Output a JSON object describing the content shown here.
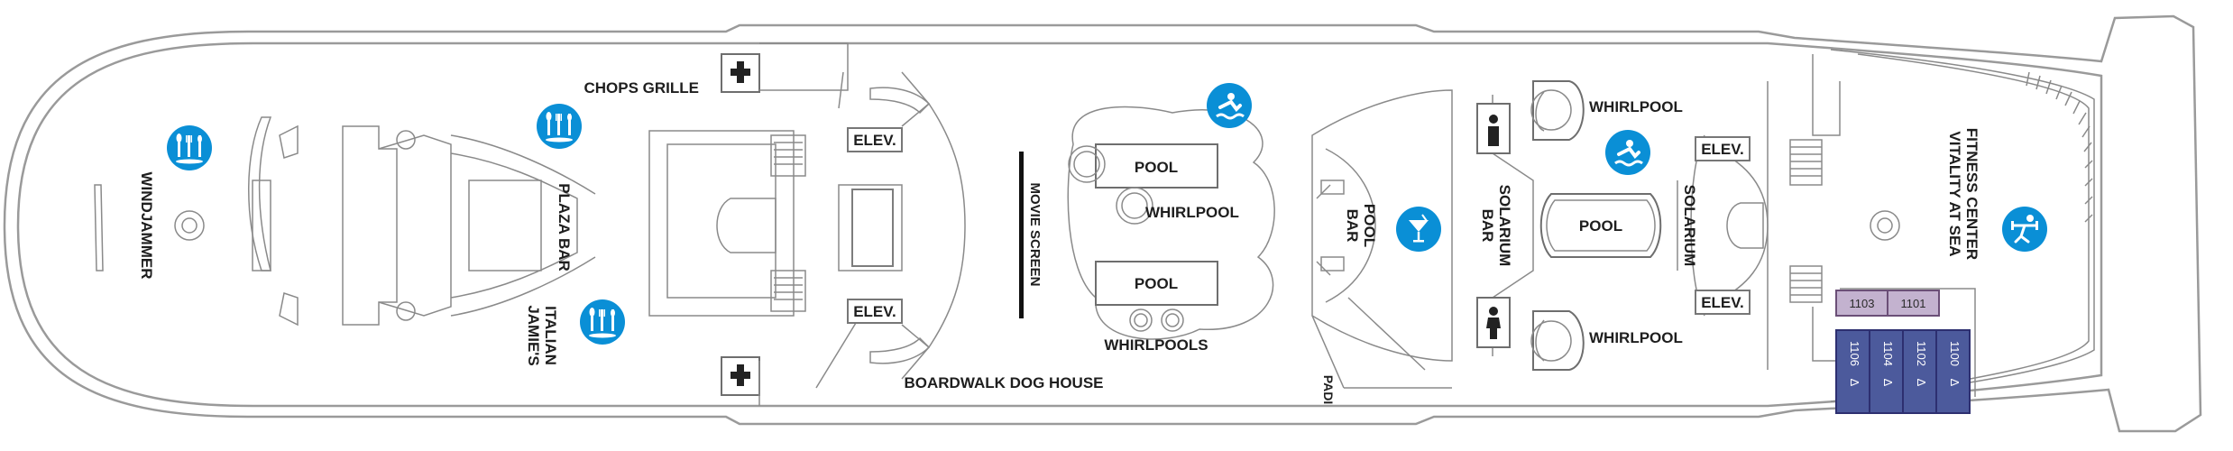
{
  "deck": {
    "labels": {
      "chops_grille": "CHOPS GRILLE",
      "windjammer": "WINDJAMMER",
      "plaza_bar": "PLAZA BAR",
      "jamies_italian_1": "JAMIE'S",
      "jamies_italian_2": "ITALIAN",
      "elev_fwd_top": "ELEV.",
      "elev_fwd_bottom": "ELEV.",
      "movie_screen": "MOVIE SCREEN",
      "pool_top": "POOL",
      "whirlpool_mid": "WHIRLPOOL",
      "pool_bottom": "POOL",
      "whirlpools": "WHIRLPOOLS",
      "boardwalk_dog_house": "BOARDWALK DOG HOUSE",
      "pool_bar_1": "POOL",
      "pool_bar_2": "BAR",
      "padi": "PADI",
      "solarium_bar_1": "SOLARIUM",
      "solarium_bar_2": "BAR",
      "whirlpool_top": "WHIRLPOOL",
      "whirlpool_bottom": "WHIRLPOOL",
      "pool_solarium": "POOL",
      "solarium": "SOLARIUM",
      "elev_aft_top": "ELEV.",
      "elev_aft_bottom": "ELEV.",
      "vitality_1": "VITALITY AT SEA",
      "vitality_2": "FITNESS CENTER"
    },
    "cabins_top": [
      "1103",
      "1101"
    ],
    "cabins_bottom": [
      "1106",
      "1104",
      "1102",
      "1100"
    ],
    "accessible_symbol": "Δ",
    "colors": {
      "icon_blue": "#0a8fd6",
      "cabin_purple": "#c3b2cf",
      "cabin_navy": "#4c5a9c",
      "hull_gray": "#9a9a9a"
    },
    "icons": {
      "dining": "dining-icon",
      "bar": "cocktail-icon",
      "pool": "swimmer-icon",
      "fitness": "fitness-icon",
      "restroom_male": "restroom-male-icon",
      "restroom_female": "restroom-female-icon"
    }
  }
}
